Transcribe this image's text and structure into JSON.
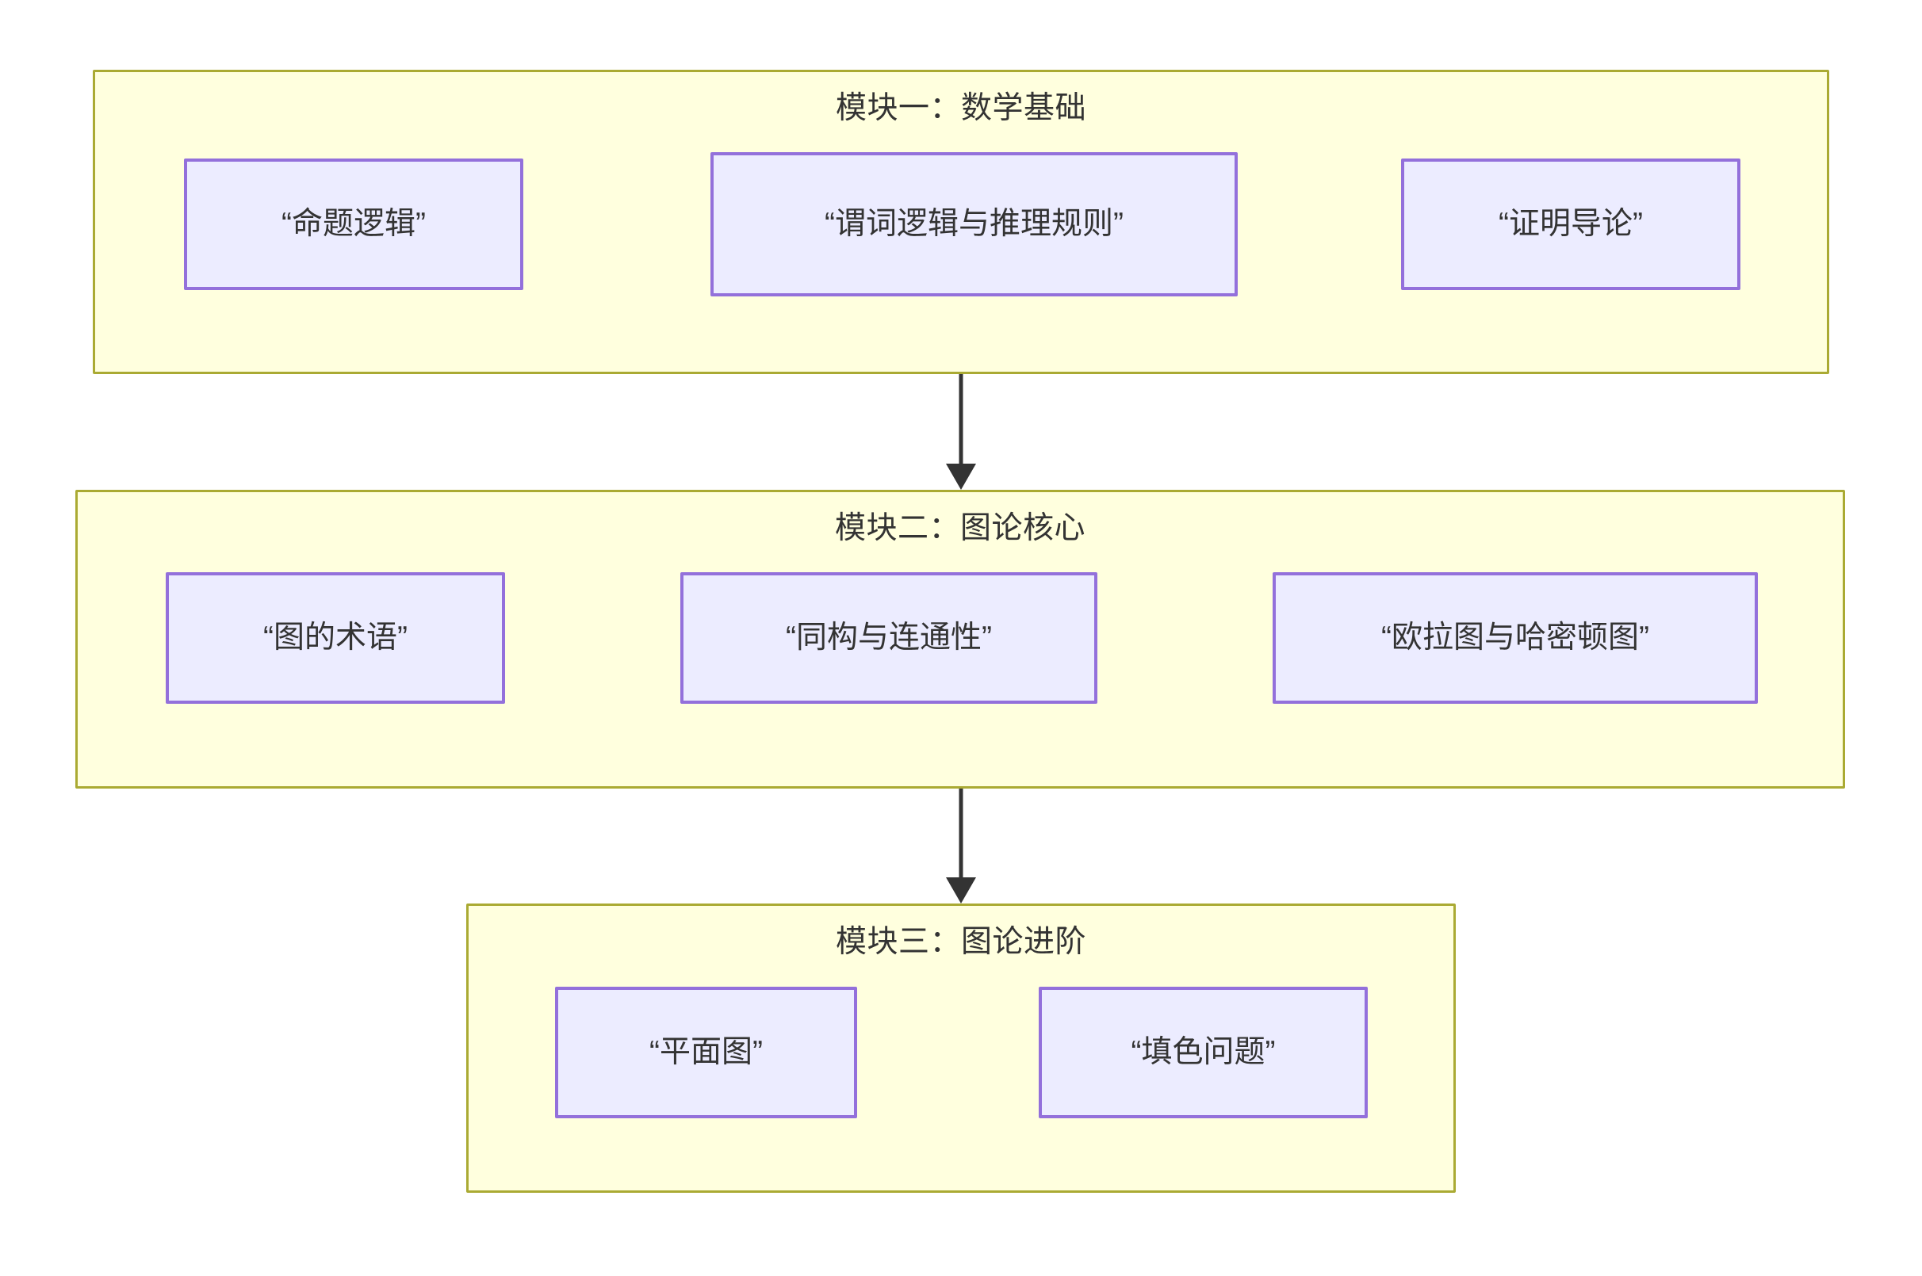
{
  "diagram": {
    "type": "flowchart",
    "direction": "top-to-bottom",
    "background_color": "#ffffff",
    "cluster_fill": "#ffffde",
    "cluster_stroke": "#aaaa33",
    "node_fill": "#ececff",
    "node_stroke": "#9370db",
    "edge_color": "#333333",
    "text_color": "#333333"
  },
  "modules": [
    {
      "id": "module-1",
      "title": "模块一：数学基础",
      "nodes": [
        {
          "id": "m1-n1",
          "label": "“命题逻辑”"
        },
        {
          "id": "m1-n2",
          "label": "“谓词逻辑与推理规则”"
        },
        {
          "id": "m1-n3",
          "label": "“证明导论”"
        }
      ]
    },
    {
      "id": "module-2",
      "title": "模块二：图论核心",
      "nodes": [
        {
          "id": "m2-n1",
          "label": "“图的术语”"
        },
        {
          "id": "m2-n2",
          "label": "“同构与连通性”"
        },
        {
          "id": "m2-n3",
          "label": "“欧拉图与哈密顿图”"
        }
      ]
    },
    {
      "id": "module-3",
      "title": "模块三：图论进阶",
      "nodes": [
        {
          "id": "m3-n1",
          "label": "“平面图”"
        },
        {
          "id": "m3-n2",
          "label": "“填色问题”"
        }
      ]
    }
  ],
  "edges": [
    {
      "id": "e1",
      "from": "m1-n1",
      "to": "m1-n2",
      "orientation": "horizontal"
    },
    {
      "id": "e2",
      "from": "m1-n2",
      "to": "m1-n3",
      "orientation": "horizontal"
    },
    {
      "id": "e3",
      "from": "module-1",
      "to": "module-2",
      "orientation": "vertical"
    },
    {
      "id": "e4",
      "from": "m2-n1",
      "to": "m2-n2",
      "orientation": "horizontal"
    },
    {
      "id": "e5",
      "from": "m2-n2",
      "to": "m2-n3",
      "orientation": "horizontal"
    },
    {
      "id": "e6",
      "from": "module-2",
      "to": "module-3",
      "orientation": "vertical"
    },
    {
      "id": "e7",
      "from": "m3-n1",
      "to": "m3-n2",
      "orientation": "horizontal"
    }
  ]
}
